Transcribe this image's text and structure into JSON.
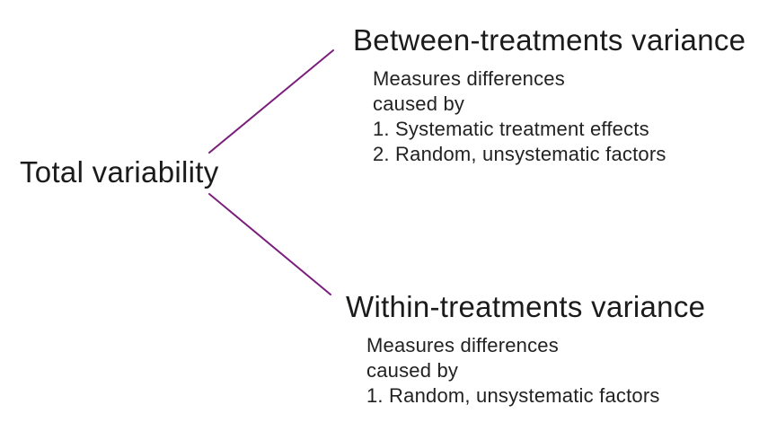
{
  "page": {
    "background_color": "#ffffff",
    "text_color": "#1b1b1b"
  },
  "diagram": {
    "root_label": "Total variability",
    "connector_color": "#7b1e7c",
    "branches": [
      {
        "title": "Between-treatments variance",
        "notes": [
          "Measures differences",
          "caused by",
          "1. Systematic treatment effects",
          "2. Random, unsystematic factors"
        ]
      },
      {
        "title": "Within-treatments variance",
        "notes": [
          "Measures differences",
          "caused by",
          "1. Random, unsystematic factors"
        ]
      }
    ]
  }
}
